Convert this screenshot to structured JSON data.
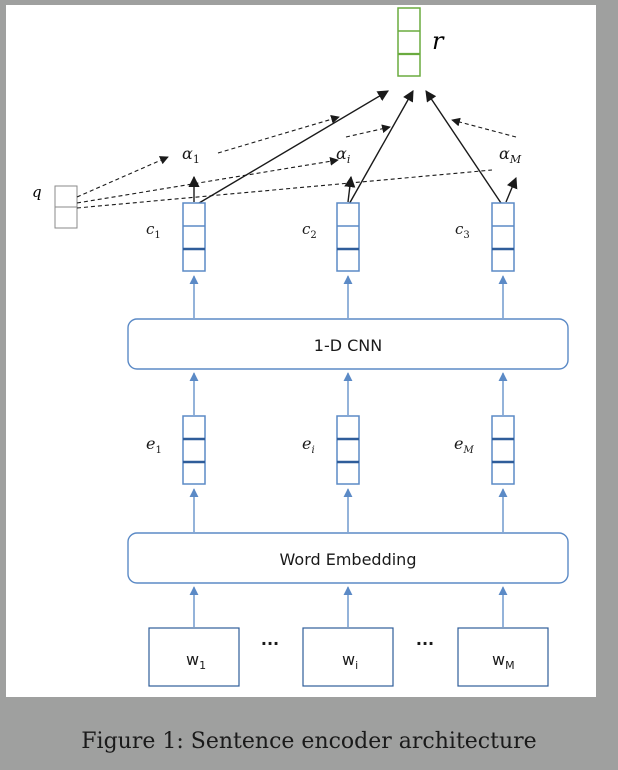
{
  "caption": {
    "label": "Figure 1:",
    "text": "Sentence encoder architecture"
  },
  "output": {
    "symbol": "r"
  },
  "query": {
    "symbol": "q"
  },
  "attention_weights": [
    {
      "base": "α",
      "sub": "1"
    },
    {
      "base": "α",
      "sub": "i"
    },
    {
      "base": "α",
      "sub": "M"
    }
  ],
  "conv_outputs": [
    {
      "base": "c",
      "sub": "1"
    },
    {
      "base": "c",
      "sub": "2"
    },
    {
      "base": "c",
      "sub": "3"
    }
  ],
  "cnn_layer": {
    "label": "1-D CNN"
  },
  "embeddings": [
    {
      "base": "e",
      "sub": "1"
    },
    {
      "base": "e",
      "sub": "i"
    },
    {
      "base": "e",
      "sub": "M"
    }
  ],
  "embedding_layer": {
    "label": "Word Embedding"
  },
  "words": [
    {
      "base": "w",
      "sub": "1"
    },
    {
      "base": "w",
      "sub": "i"
    },
    {
      "base": "w",
      "sub": "M"
    }
  ],
  "ellipsis": [
    "...",
    "..."
  ],
  "colors": {
    "box_stroke": "#5b8ac6",
    "box_divider": "#2f5d9a",
    "output_stroke": "#6aab3f",
    "arrow_blue": "#5b8ac6",
    "arrow_black": "#1a1a1a",
    "query_stroke": "#8a8a8a"
  }
}
